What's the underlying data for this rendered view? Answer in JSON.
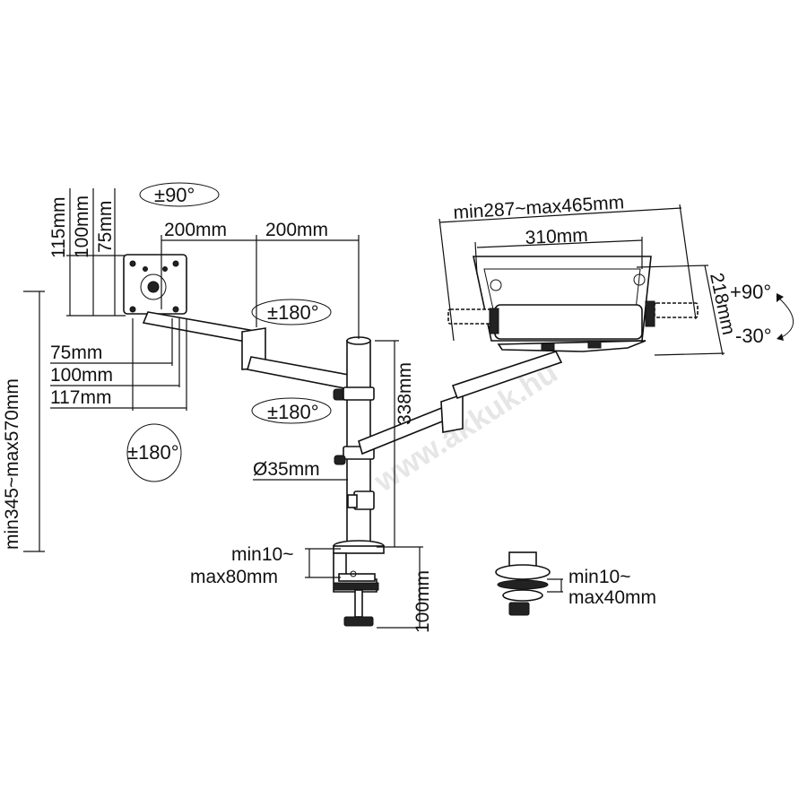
{
  "watermark": "www.akkuk.hu",
  "labels": {
    "tilt_left_top": "±90°",
    "vesa_115": "115mm",
    "vesa_100v": "100mm",
    "vesa_75v": "75mm",
    "arm_200_a": "200mm",
    "arm_200_b": "200mm",
    "rot_180_a": "±180°",
    "vesa_75h": "75mm",
    "vesa_100h": "100mm",
    "vesa_117h": "117mm",
    "rot_180_b": "±180°",
    "swivel_180": "±180°",
    "height_range": "min345~max570mm",
    "pole_diameter": "Ø35mm",
    "clamp_range": "min10~\nmax80mm",
    "clamp_line1": "min10~",
    "clamp_line2": "max80mm",
    "height_338": "338mm",
    "height_100": "100mm",
    "tray_range": "min287~max465mm",
    "tray_310": "310mm",
    "tray_218": "218mm",
    "tilt_plus": "+90°",
    "tilt_minus": "-30°",
    "grommet_line1": "min10~",
    "grommet_line2": "max40mm"
  }
}
